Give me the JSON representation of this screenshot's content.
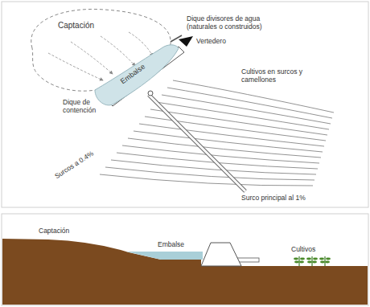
{
  "diagram": {
    "nodes": [
      {
        "text": [
          "Captación"
        ]
      },
      {
        "text": [
          "Embalse"
        ]
      }
    ],
    "labels": [
      "Dique divisores de agua (naturales o construidos)",
      "Vertedero",
      "Dique de contención",
      "Cultivos en surcos y camellones",
      "Surcos a 0.4%",
      "Surco principal al 1%",
      "Captación",
      "Embalse",
      "Cultivos"
    ]
  }
}
